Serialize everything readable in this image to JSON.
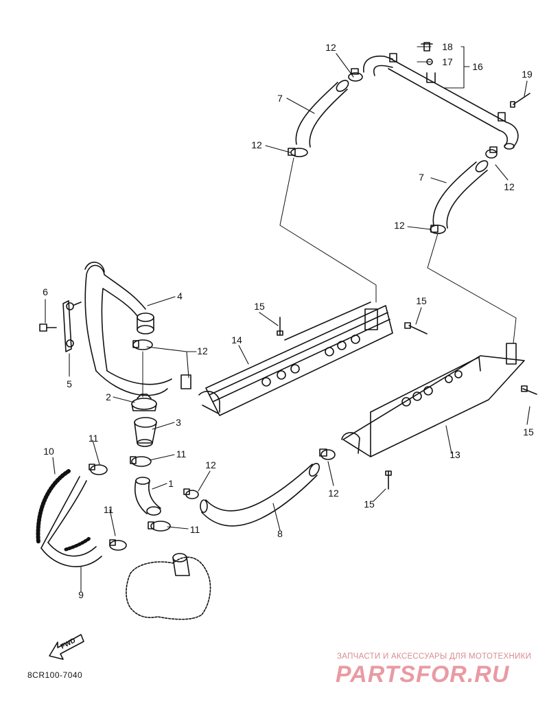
{
  "diagram": {
    "code": "8CR100-7040",
    "direction_label": "FWD",
    "watermark": {
      "tagline": "ЗАПЧАСТИ И АКСЕССУАРЫ ДЛЯ МОТОТЕХНИКИ",
      "brand": "PARTSFOR.RU"
    },
    "callouts": [
      {
        "id": "c12a",
        "text": "12"
      },
      {
        "id": "c18",
        "text": "18"
      },
      {
        "id": "c17",
        "text": "17"
      },
      {
        "id": "c16",
        "text": "16"
      },
      {
        "id": "c19",
        "text": "19"
      },
      {
        "id": "c7a",
        "text": "7"
      },
      {
        "id": "c12b",
        "text": "12"
      },
      {
        "id": "c7b",
        "text": "7"
      },
      {
        "id": "c12c",
        "text": "12"
      },
      {
        "id": "c12d",
        "text": "12"
      },
      {
        "id": "c6",
        "text": "6"
      },
      {
        "id": "c4",
        "text": "4"
      },
      {
        "id": "c15a",
        "text": "15"
      },
      {
        "id": "c15b",
        "text": "15"
      },
      {
        "id": "c14",
        "text": "14"
      },
      {
        "id": "c12e",
        "text": "12"
      },
      {
        "id": "c5",
        "text": "5"
      },
      {
        "id": "c2",
        "text": "2"
      },
      {
        "id": "c3",
        "text": "3"
      },
      {
        "id": "c15c",
        "text": "15"
      },
      {
        "id": "c11a",
        "text": "11"
      },
      {
        "id": "c11b",
        "text": "11"
      },
      {
        "id": "c10",
        "text": "10"
      },
      {
        "id": "c12f",
        "text": "12"
      },
      {
        "id": "c13",
        "text": "13"
      },
      {
        "id": "c1",
        "text": "1"
      },
      {
        "id": "c12g",
        "text": "12"
      },
      {
        "id": "c15d",
        "text": "15"
      },
      {
        "id": "c11c",
        "text": "11"
      },
      {
        "id": "c11d",
        "text": "11"
      },
      {
        "id": "c8",
        "text": "8"
      },
      {
        "id": "c9",
        "text": "9"
      }
    ]
  }
}
